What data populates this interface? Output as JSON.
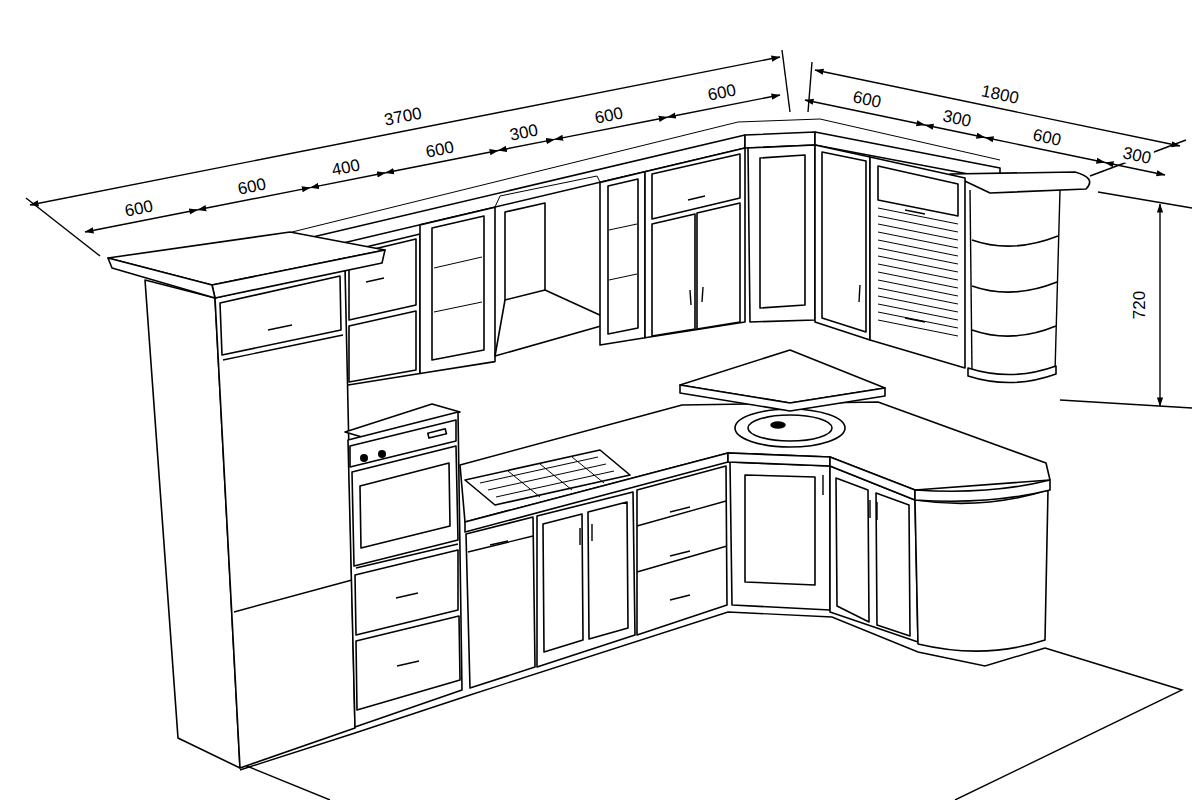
{
  "diagram": {
    "labels": [
      "3700",
      "600",
      "600",
      "400",
      "600",
      "300",
      "600",
      "600",
      "1800",
      "600",
      "300",
      "600",
      "300",
      "720"
    ]
  }
}
